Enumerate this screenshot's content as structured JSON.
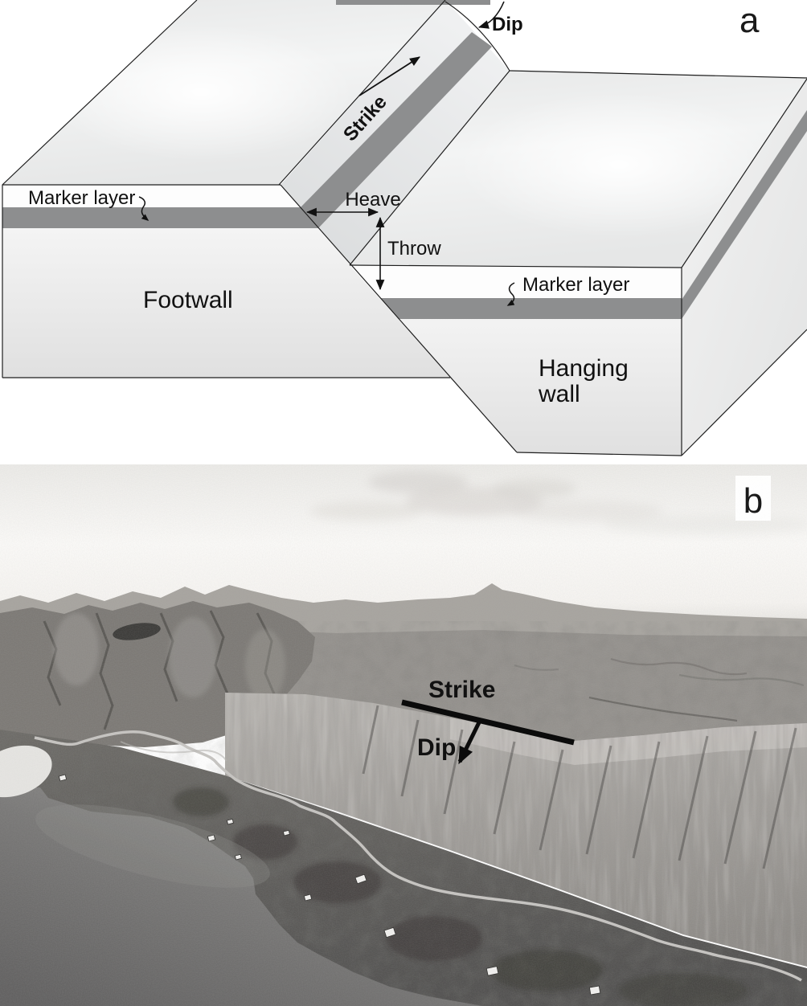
{
  "panel_a": {
    "label": "a",
    "dip_label": "Dip",
    "strike_label": "Strike",
    "heave_label": "Heave",
    "throw_label": "Throw",
    "footwall_label": "Footwall",
    "hanging_wall_line1": "Hanging",
    "hanging_wall_line2": "wall",
    "marker_layer_left": "Marker layer",
    "marker_layer_right": "Marker layer",
    "colors": {
      "marker_layer": "#8d8e8f",
      "outline": "#1f1f1f",
      "block_top": "#f0f1f1",
      "fault_plane": "#e3e4e5"
    }
  },
  "panel_b": {
    "label": "b",
    "strike_label": "Strike",
    "dip_label": "Dip",
    "colors": {
      "annotation": "#0b0b0b",
      "sky": "#f4f3f1",
      "water_dark": "#636261",
      "water_light": "#9c9b99",
      "vegetation": "#5e5c58",
      "cliff": "#b3b0ac",
      "road": "#c6c4c1"
    }
  }
}
